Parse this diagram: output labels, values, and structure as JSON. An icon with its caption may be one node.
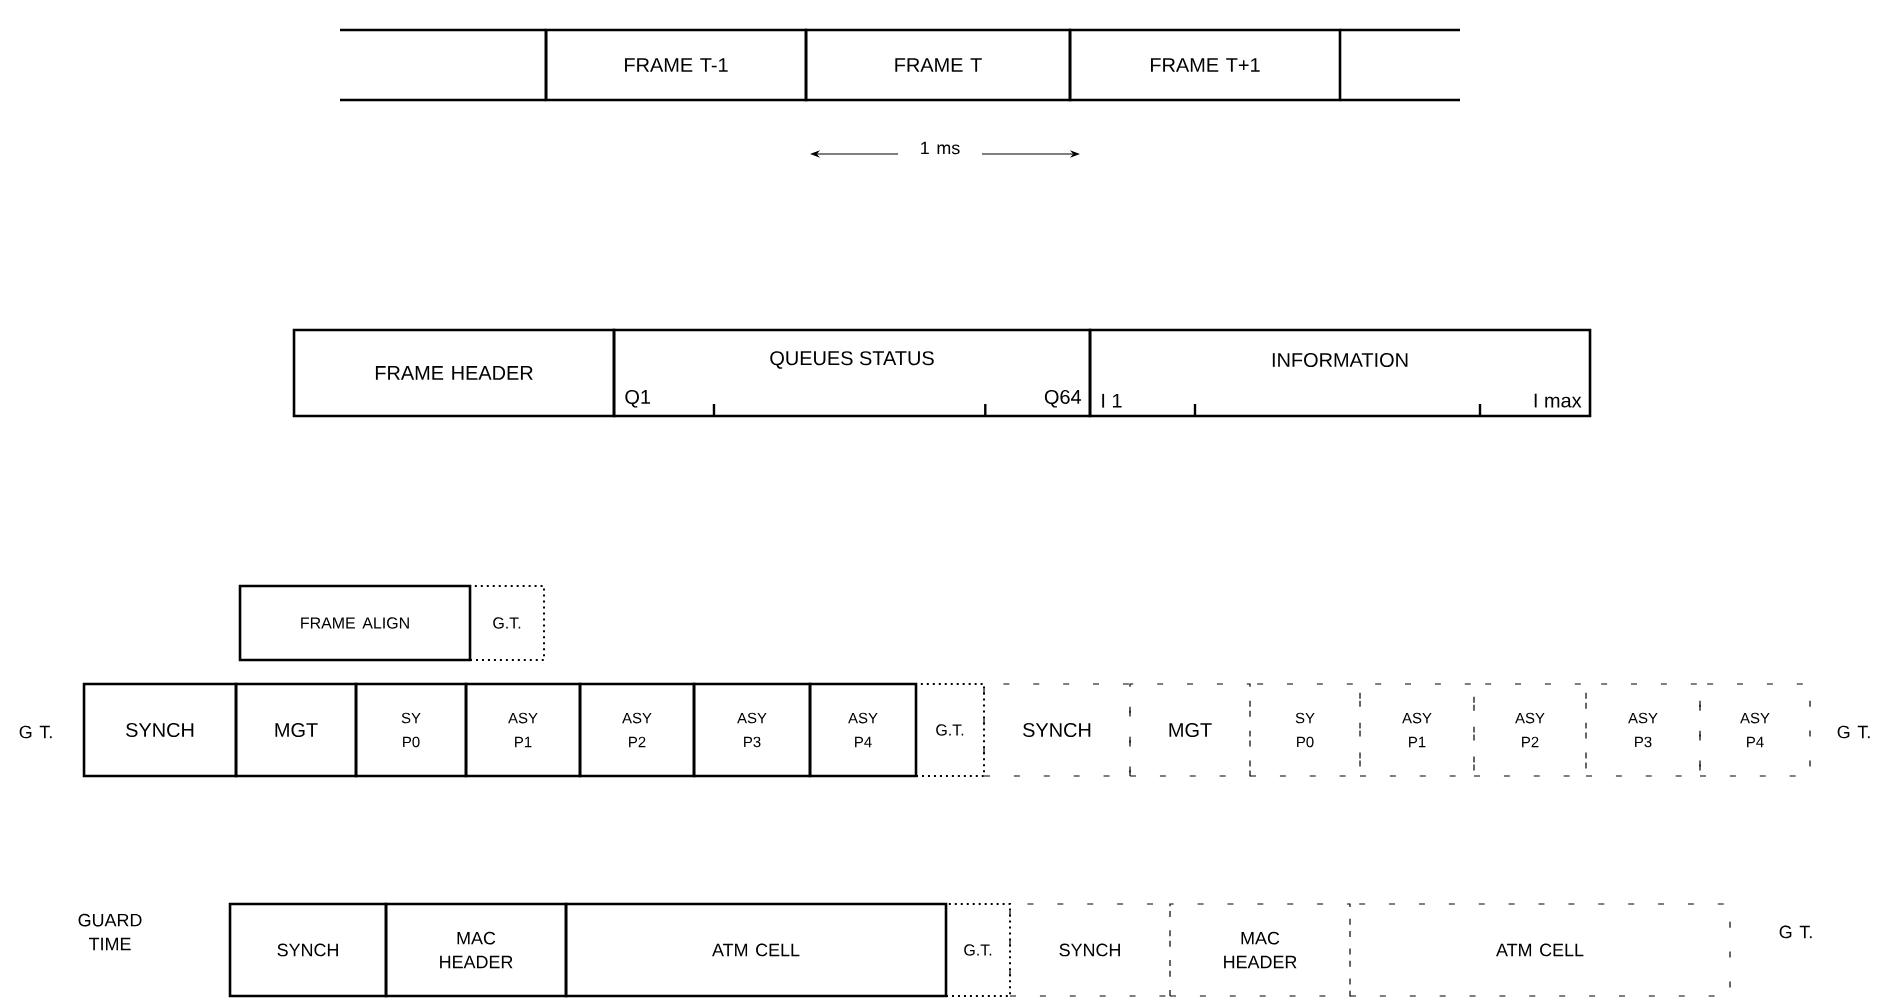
{
  "diagram": {
    "nodes": [
      {
        "text": [],
        "shape": "box"
      },
      {
        "text": [
          "FRAME T-1"
        ]
      },
      {
        "text": [
          "FRAME T"
        ]
      },
      {
        "text": [
          "FRAME T+1"
        ]
      },
      {
        "text": [],
        "shape": "box"
      },
      {
        "text": [
          "FRAME HEADER"
        ]
      },
      {
        "text": [
          "QUEUES STATUS",
          "Q1",
          "Q64"
        ]
      },
      {
        "text": [
          "INFORMATION",
          "I 1",
          "I max"
        ]
      },
      {
        "text": [
          "FRAME ALIGN"
        ]
      },
      {
        "text": [
          "G.T."
        ]
      },
      {
        "text": [
          "SYNCH"
        ]
      },
      {
        "text": [
          "MGT"
        ]
      },
      {
        "text": [
          "SY P0"
        ]
      },
      {
        "text": [
          "ASY P1"
        ]
      },
      {
        "text": [
          "ASY P2"
        ]
      },
      {
        "text": [
          "ASY P3"
        ]
      },
      {
        "text": [
          "ASY P4"
        ]
      },
      {
        "text": [
          "G.T."
        ]
      },
      {
        "text": [
          "SYNCH"
        ]
      },
      {
        "text": [
          "MGT"
        ]
      },
      {
        "text": [
          "SY P0"
        ]
      },
      {
        "text": [
          "ASY P1"
        ]
      },
      {
        "text": [
          "ASY P2"
        ]
      },
      {
        "text": [
          "ASY P3"
        ]
      },
      {
        "text": [
          "ASY P4"
        ]
      },
      {
        "text": [
          "SYNCH"
        ]
      },
      {
        "text": [
          "MAC HEADER"
        ]
      },
      {
        "text": [
          "ATM CELL"
        ]
      },
      {
        "text": [
          "G.T."
        ]
      },
      {
        "text": [
          "SYNCH"
        ]
      },
      {
        "text": [
          "MAC HEADER"
        ]
      },
      {
        "text": [
          "ATM CELL"
        ]
      }
    ],
    "labels": [
      "1 ms",
      "G T.",
      "G T.",
      "GUARD TIME",
      "G T."
    ]
  }
}
